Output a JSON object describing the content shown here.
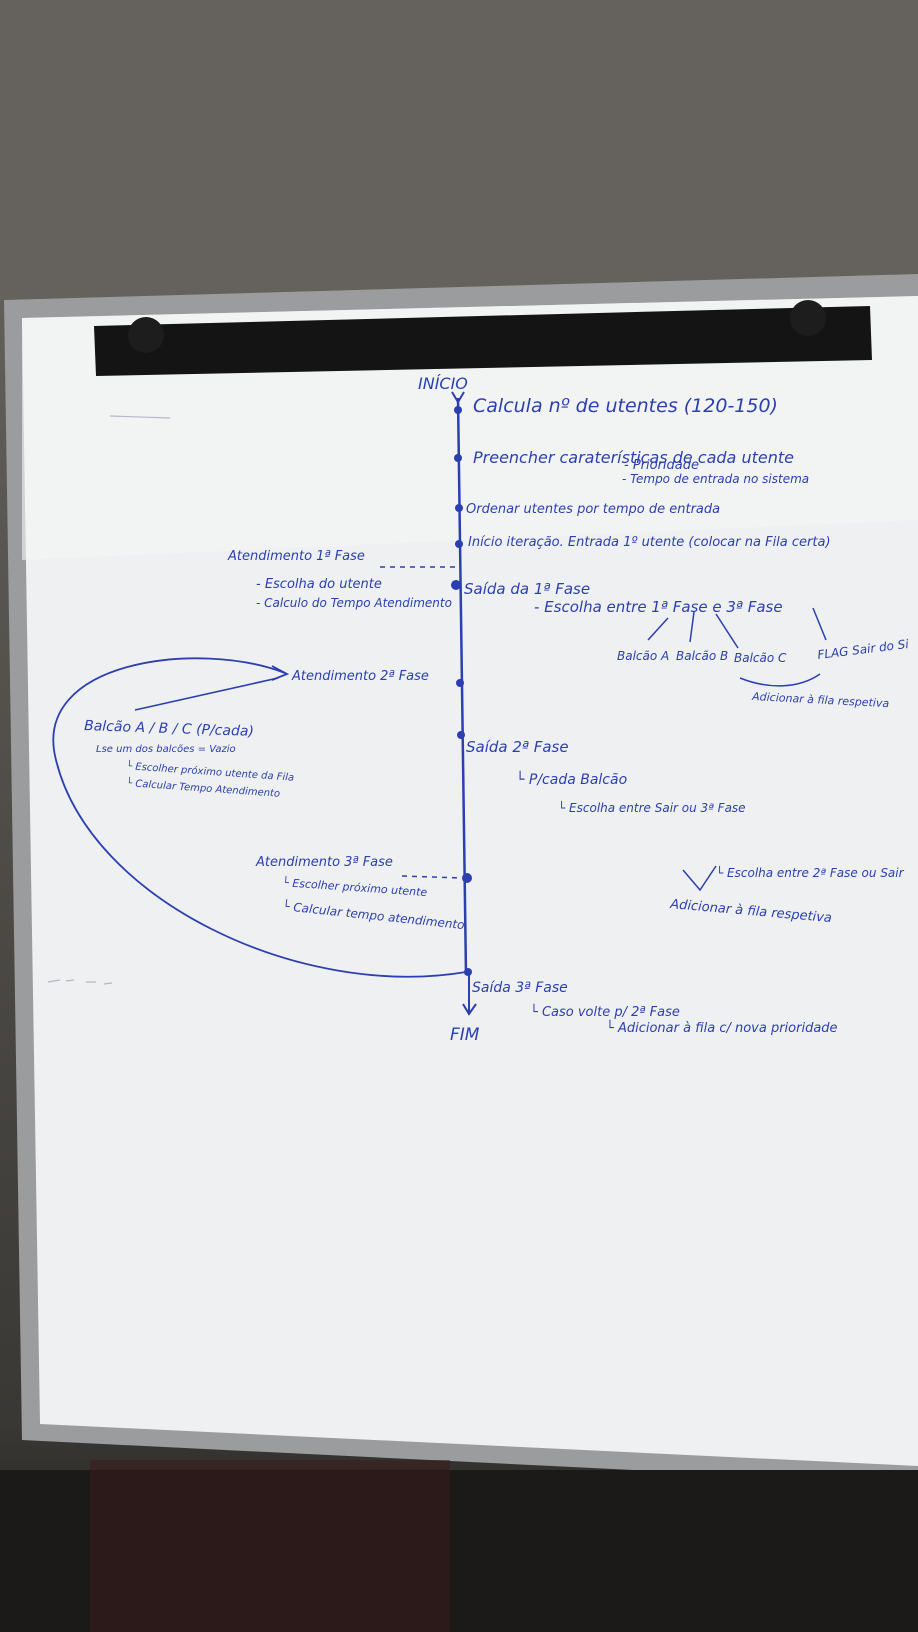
{
  "board": {
    "inicio": "INÍCIO",
    "fim": "FIM",
    "spine_steps": [
      "Calcula nº de utentes (120-150)",
      "Preencher caraterísticas de cada utente",
      "- Prioridade",
      "- Tempo de entrada no sistema",
      "Ordenar utentes por tempo de entrada",
      "Início iteração. Entrada 1º utente (colocar na Fila certa)",
      "Saída da 1ª Fase",
      "- Escolha entre 1ª Fase e 3ª Fase",
      "Saída 2ª Fase",
      "└ P/cada Balcão",
      "└ Escolha entre Sair ou 3ª Fase",
      "└ Escolha entre 2ª Fase ou Sair",
      "Adicionar à fila respetiva",
      "Saída 3ª Fase",
      "└ Caso volte p/ 2ª Fase",
      "└ Adicionar à fila c/ nova prioridade"
    ],
    "balcoes": [
      "Balcão A",
      "Balcão B",
      "Balcão C",
      "FLAG Sair do Si"
    ],
    "balcoes_note": "Adicionar à fila respetiva",
    "left_notes": [
      "Atendimento 1ª Fase",
      "- Escolha do utente",
      "- Calculo do Tempo Atendimento",
      "Atendimento 2ª Fase",
      "Balcão A / B / C (P/cada)",
      "Lse um dos balcões = Vazio",
      "└ Escolher próximo utente da Fila",
      "└ Calcular Tempo Atendimento",
      "Atendimento 3ª Fase",
      "└ Escolher próximo utente",
      "└ Calcular tempo atendimento"
    ]
  }
}
